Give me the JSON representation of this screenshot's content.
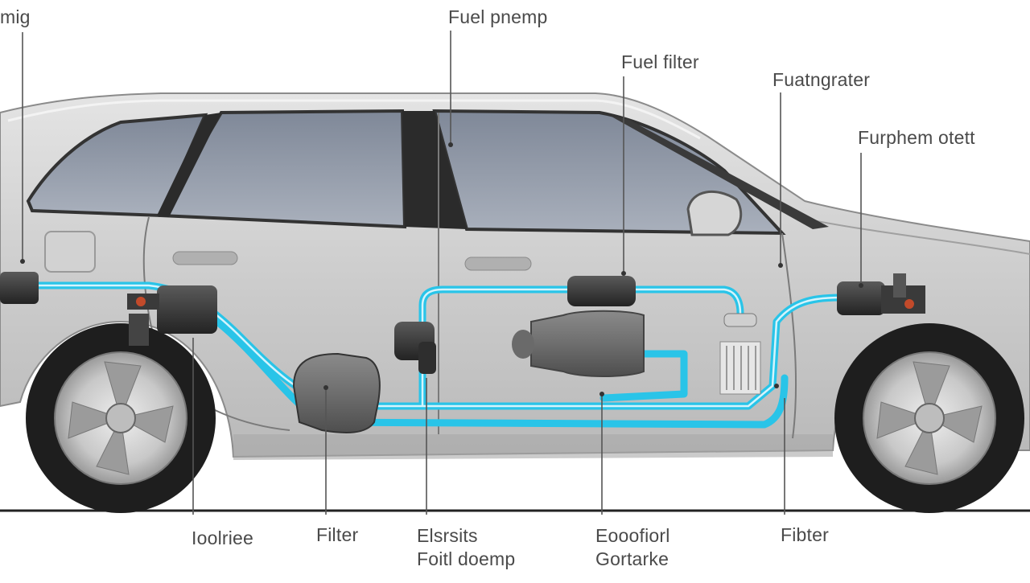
{
  "labels": {
    "top_left": "mig",
    "top_fuel_pump": "Fuel pnemp",
    "top_fuel_filter": "Fuel filter",
    "top_right_1": "Fuatngrater",
    "top_right_2": "Furphem otett",
    "bottom_1": "Ioolriee",
    "bottom_2": "Filter",
    "bottom_3_line1": "Elsrsits",
    "bottom_3_line2": "Foitl doemp",
    "bottom_4_line1": "Eooofiorl",
    "bottom_4_line2": "Gortarke",
    "bottom_5": "Fibter"
  },
  "colors": {
    "fuel_line": "#29c4e8",
    "body": "#c9c9c9",
    "window": "#8f98a8",
    "leader": "#555555"
  }
}
